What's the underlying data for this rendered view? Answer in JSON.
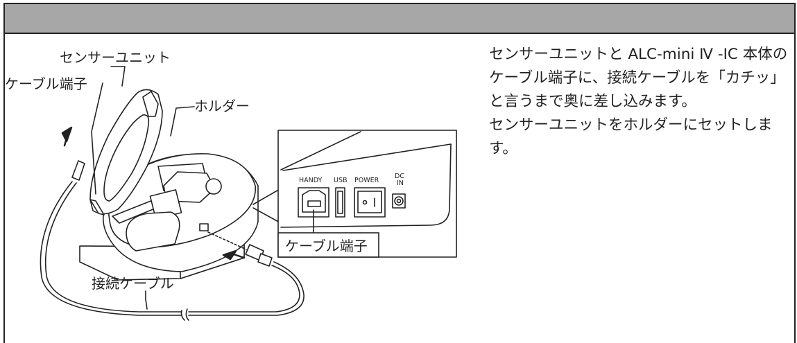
{
  "header": {
    "title": ""
  },
  "diagram": {
    "labels": {
      "sensor_unit": "センサーユニット",
      "cable_terminal_top": "ケーブル端子",
      "holder": "ホルダー",
      "cable_terminal_inset": "ケーブル端子",
      "connection_cable": "接続ケーブル"
    },
    "ports": {
      "handy": "HANDY",
      "usb": "USB",
      "power": "POWER",
      "dc_line1": "DC",
      "dc_line2": "IN"
    }
  },
  "instructions": {
    "paragraphs": [
      "センサーユニットと ALC-mini Ⅳ -IC 本体のケーブル端子に、接続ケーブルを「カチッ」と言うまで奥に差し込みます。",
      "センサーユニットをホルダーにセットします。"
    ]
  }
}
